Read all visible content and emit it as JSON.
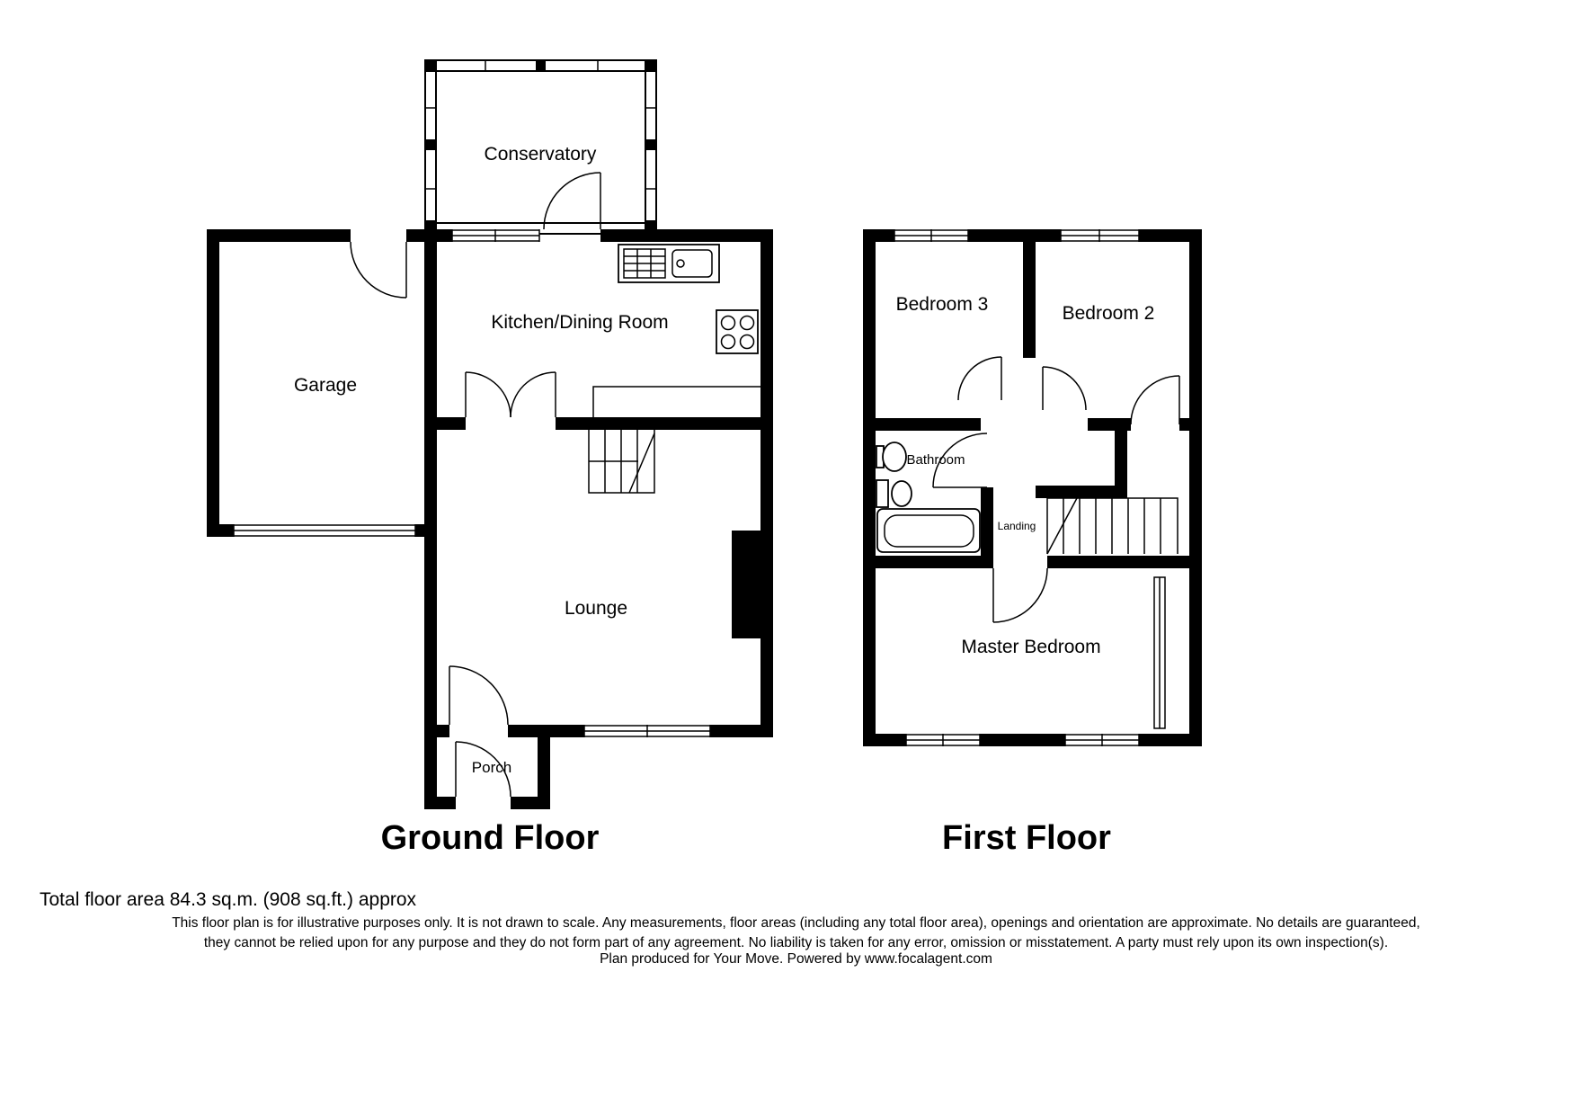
{
  "ground_floor": {
    "title": "Ground Floor",
    "rooms": {
      "conservatory": "Conservatory",
      "kitchen_dining": "Kitchen/Dining Room",
      "garage": "Garage",
      "lounge": "Lounge",
      "porch": "Porch"
    }
  },
  "first_floor": {
    "title": "First Floor",
    "rooms": {
      "bedroom3": "Bedroom 3",
      "bedroom2": "Bedroom 2",
      "bathroom": "Bathroom",
      "landing": "Landing",
      "master_bedroom": "Master Bedroom"
    }
  },
  "footer": {
    "total_area": "Total floor area 84.3 sq.m. (908 sq.ft.) approx",
    "disclaimer_line1": "This floor plan is for illustrative purposes only. It is not drawn to scale. Any measurements, floor areas (including any total floor area), openings and orientation are approximate. No details are guaranteed,",
    "disclaimer_line2": "they cannot be relied upon for any purpose and they do not form part of any agreement. No liability is taken for any error, omission or misstatement. A party must rely upon its own inspection(s).",
    "produced_by": "Plan produced for Your Move. Powered by www.focalagent.com"
  },
  "colors": {
    "wall": "#000000",
    "background": "#ffffff"
  }
}
